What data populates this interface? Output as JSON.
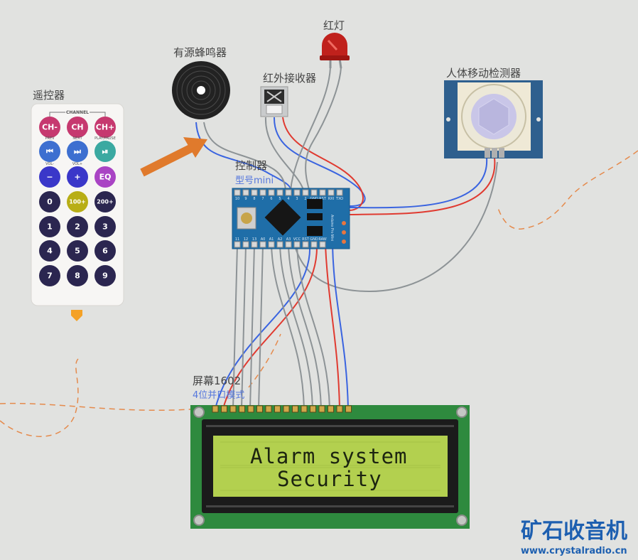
{
  "labels": {
    "remote": "遥控器",
    "buzzer": "有源蜂鸣器",
    "led": "红灯",
    "ir_receiver": "红外接收器",
    "pir": "人体移动检测器",
    "controller": "控制器",
    "controller_model": "型号mini",
    "screen": "屏幕1602",
    "screen_mode": "4位并口模式"
  },
  "remote": {
    "header": "CHANNEL",
    "keys": [
      {
        "label": "CH-",
        "color": "#c6396f"
      },
      {
        "label": "CH",
        "color": "#c6396f"
      },
      {
        "label": "CH+",
        "color": "#c6396f"
      },
      {
        "label": "⏮",
        "color": "#3d6fd0",
        "caption": "PREV"
      },
      {
        "label": "⏭",
        "color": "#3d6fd0",
        "caption": "NEXT"
      },
      {
        "label": "⏯",
        "color": "#3ba9a1",
        "caption": "PLAY/PAUSE"
      },
      {
        "label": "−",
        "color": "#3a37c9",
        "caption": "VOL-"
      },
      {
        "label": "+",
        "color": "#3a37c9",
        "caption": "VOL+"
      },
      {
        "label": "EQ",
        "color": "#a944c4"
      },
      {
        "label": "0",
        "color": "#2b2650"
      },
      {
        "label": "100+",
        "color": "#b8ae16"
      },
      {
        "label": "200+",
        "color": "#2b2650"
      },
      {
        "label": "1",
        "color": "#2b2650"
      },
      {
        "label": "2",
        "color": "#2b2650"
      },
      {
        "label": "3",
        "color": "#2b2650"
      },
      {
        "label": "4",
        "color": "#2b2650"
      },
      {
        "label": "5",
        "color": "#2b2650"
      },
      {
        "label": "6",
        "color": "#2b2650"
      },
      {
        "label": "7",
        "color": "#2b2650"
      },
      {
        "label": "8",
        "color": "#2b2650"
      },
      {
        "label": "9",
        "color": "#2b2650"
      }
    ]
  },
  "lcd": {
    "line1": "Alarm system",
    "line2": "Security"
  },
  "board": {
    "name": "Arduino Pro Mini",
    "top_pins": [
      "10",
      "9",
      "8",
      "7",
      "6",
      "5",
      "4",
      "3",
      "2",
      "GND",
      "RST",
      "RXI",
      "TXO"
    ],
    "bottom_pins": [
      "11",
      "12",
      "13",
      "A0",
      "A1",
      "A2",
      "A3",
      "VCC",
      "RST",
      "GND",
      "RAW"
    ]
  },
  "watermark": {
    "title": "矿石收音机",
    "url": "www.crystalradio.cn"
  },
  "colors": {
    "background": "#e1e2e0",
    "board": "#1f6ea8",
    "lcd_pcb": "#2e8a3e",
    "lcd_screen": "#b3d04f",
    "wire_blue": "#3a64e0",
    "wire_red": "#e03a30",
    "wire_gray": "#8d9396",
    "arrow": "#e07a2c",
    "dashed": "#e58a4c"
  }
}
